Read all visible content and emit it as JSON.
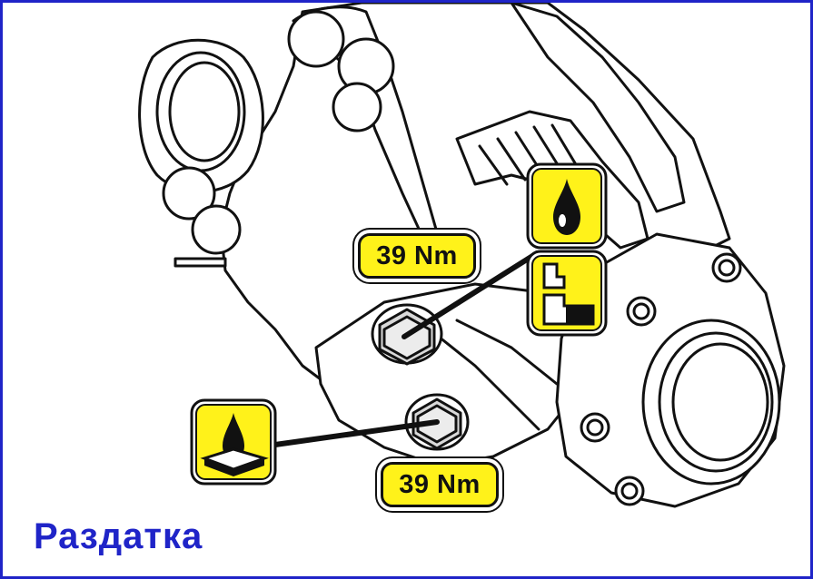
{
  "diagram": {
    "caption": "Раздатка",
    "callouts": [
      {
        "torque": "39 Nm",
        "symbols": [
          "oil-drop-icon",
          "fill-level-icon"
        ]
      },
      {
        "torque": "39 Nm",
        "symbols": [
          "drain-oil-icon"
        ]
      }
    ]
  },
  "colors": {
    "symbol_yellow": "#fff21a",
    "caption_blue": "#1f24c8",
    "frame_blue": "#1f24c8",
    "line_black": "#111111"
  }
}
